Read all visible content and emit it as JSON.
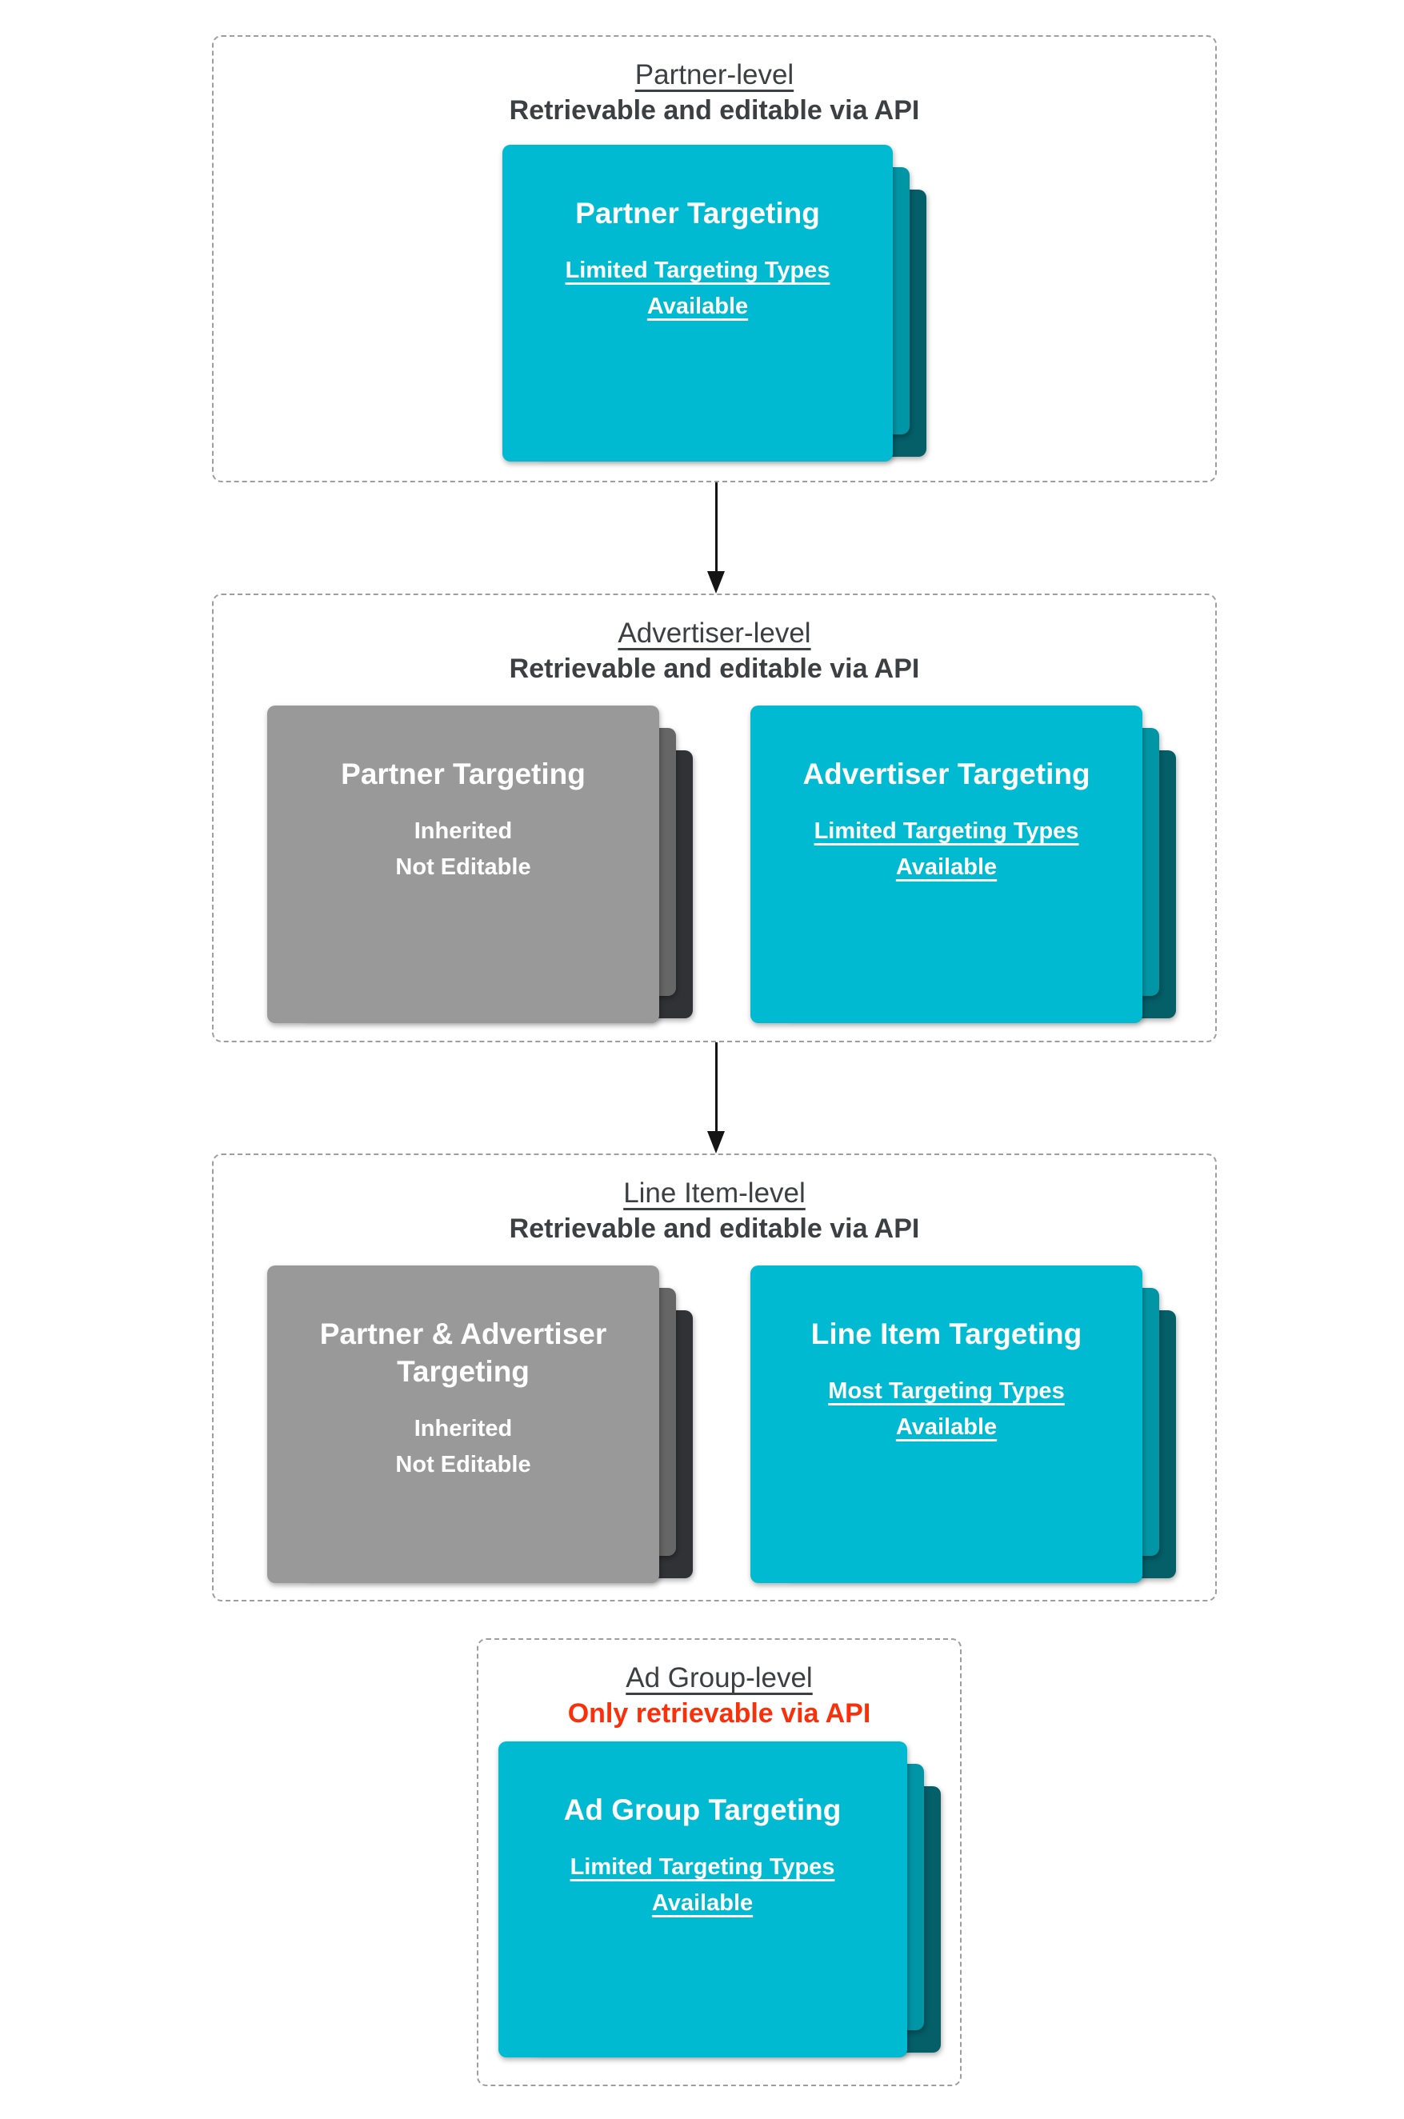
{
  "diagram": {
    "colors": {
      "card_cyan_front": "#00bad2",
      "card_cyan_mid": "#0096a6",
      "card_cyan_back": "#045f69",
      "card_gray_front": "#999999",
      "card_gray_mid": "#666666",
      "card_gray_back": "#303236",
      "heading_text": "#3c4043",
      "alert_red": "#f9300a",
      "dashed_border": "#9e9e9e",
      "card_text": "#ffffff",
      "arrow_black": "#141414"
    },
    "sections": [
      {
        "title": "Partner-level",
        "subtitle": "Retrievable and editable via API",
        "cards": [
          {
            "heading": "Partner Targeting",
            "lines": [
              "Limited Targeting Types Available"
            ]
          }
        ]
      },
      {
        "title": "Advertiser-level",
        "subtitle": "Retrievable and editable via API",
        "cards": [
          {
            "heading": "Partner Targeting",
            "lines": [
              "Inherited",
              "Not Editable"
            ]
          },
          {
            "heading": "Advertiser Targeting",
            "lines": [
              "Limited Targeting Types Available"
            ]
          }
        ]
      },
      {
        "title": "Line Item-level",
        "subtitle": "Retrievable and editable via API",
        "cards": [
          {
            "heading": "Partner & Advertiser Targeting",
            "lines": [
              "Inherited",
              "Not Editable"
            ]
          },
          {
            "heading": "Line Item Targeting",
            "lines": [
              "Most Targeting Types Available"
            ]
          }
        ]
      },
      {
        "title": "Ad Group-level",
        "subtitle": "Only retrievable via API",
        "cards": [
          {
            "heading": "Ad Group Targeting",
            "lines": [
              "Limited Targeting Types Available"
            ]
          }
        ]
      }
    ]
  }
}
